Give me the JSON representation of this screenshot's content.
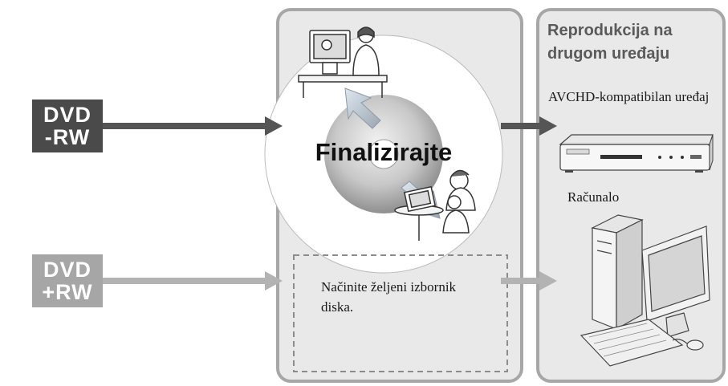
{
  "media": {
    "dvd_rw": {
      "line1": "DVD",
      "line2": "-RW"
    },
    "dvd_plus_rw": {
      "line1": "DVD",
      "line2": "+RW"
    }
  },
  "center_panel": {
    "finalize_label": "Finalizirajte",
    "menu_note": "Načinite željeni izbornik diska."
  },
  "right_panel": {
    "title": "Reprodukcija na drugom uređaju",
    "device1_label": "AVCHD-kompatibilan uređaj",
    "device2_label": "Računalo"
  },
  "colors": {
    "panel_fill": "#e9e9e9",
    "panel_border": "#a7a7a7",
    "dark_arrow": "#555555",
    "light_arrow": "#b3b3b3",
    "dvd_rw_badge": "#4a4a4a",
    "dvd_plus_badge": "#a6a6a6"
  }
}
